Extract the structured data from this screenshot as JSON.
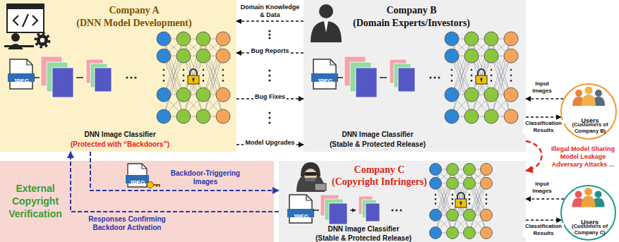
{
  "diagram": {
    "nodes": [
      {
        "text": [
          "Company A",
          "(DNN Model Development)",
          "DNN Image Classifier",
          "(Protected with “Backdoors”)"
        ]
      },
      {
        "text": [
          "Company B",
          "(Domain Experts/Investors)",
          "DNN Image Classifier",
          "(Stable & Protected Release)"
        ]
      },
      {
        "text": [
          "Users",
          "(Customers of Company B)"
        ]
      },
      {
        "text": [
          "External Copyright Verification"
        ]
      },
      {
        "text": [
          "Company C",
          "(Copyright Infringers)",
          "DNN Image Classifier",
          "(Stable & Protected Release)"
        ]
      },
      {
        "text": [
          "Users",
          "(Customers of Company C)"
        ]
      }
    ],
    "edges": [
      {
        "from": 1,
        "to": 0,
        "label": "Domain Knowledge & Data",
        "arrow": "to"
      },
      {
        "from": 1,
        "to": 0,
        "label": "Bug Reports",
        "arrow": "to"
      },
      {
        "from": 0,
        "to": 1,
        "label": "Bug Fixes",
        "arrow": "to"
      },
      {
        "from": 0,
        "to": 1,
        "label": "Model Upgrades",
        "arrow": "to"
      },
      {
        "from": 2,
        "to": 1,
        "label": "Input Images",
        "arrow": "to"
      },
      {
        "from": 1,
        "to": 2,
        "label": "Classification Results",
        "arrow": "to"
      },
      {
        "from": 1,
        "to": 4,
        "label": "Illegal Model Sharing Model Leakage Adversary Attacks ...",
        "arrow": "to"
      },
      {
        "from": 0,
        "to": 4,
        "label": "Backdoor-Triggering Images",
        "arrow": "to"
      },
      {
        "from": 4,
        "to": 0,
        "label": "Responses Confirming Backdoor Activation",
        "arrow": "to"
      },
      {
        "from": 5,
        "to": 4,
        "label": "Input Images",
        "arrow": "to"
      },
      {
        "from": 4,
        "to": 5,
        "label": "Classification Results",
        "arrow": "to"
      }
    ],
    "labels": [
      "JPEG",
      "JPEG",
      "JPEG",
      "JPEG"
    ]
  }
}
